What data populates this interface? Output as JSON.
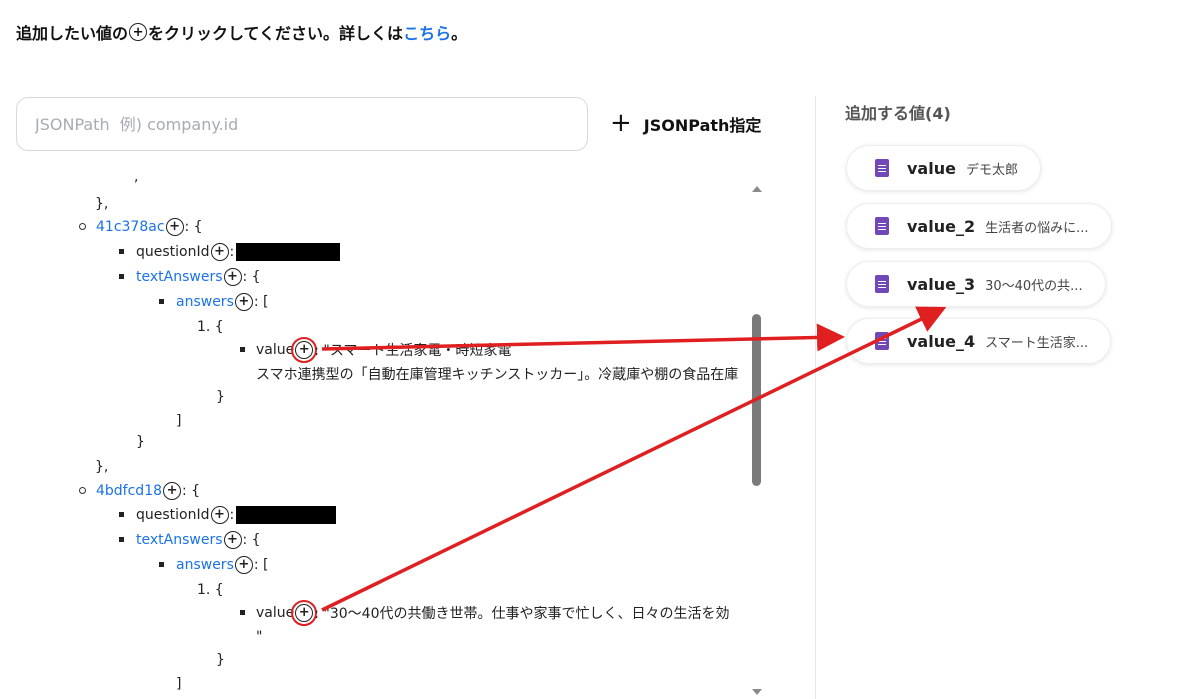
{
  "instruction": {
    "before": "追加したい値の",
    "plus_glyph": "+",
    "after": "をクリックしてください。詳しくは",
    "link": "こちら",
    "period": "。"
  },
  "search": {
    "placeholder": "JSONPath  例) company.id",
    "value": ""
  },
  "jsonpath_button": {
    "icon": "+",
    "label": "JSONPath指定"
  },
  "plus_glyph": "+",
  "tree": {
    "t_comma": ",",
    "t_close_obj_comma": "},",
    "k1": "41c378ac",
    "open_obj": ": {",
    "open_arr": ": [",
    "colon": ":",
    "q_label": "questionId",
    "ta_label": "textAnswers",
    "ans_label": "answers",
    "idx": "1. {",
    "value_label": "value",
    "v1_line1": ": \"スマート生活家電・時短家電",
    "v1_line2": "スマホ連携型の「自動在庫管理キッチンストッカー」。冷蔵庫や棚の食品在庫",
    "close_obj": "}",
    "close_arr": "]",
    "close_obj_comma": "},",
    "k2": "4bdfcd18",
    "v2_line1": ": \"30〜40代の共働き世帯。仕事や家事で忙しく、日々の生活を効",
    "v2_line2": "\""
  },
  "values_panel": {
    "title": "追加する値(4)",
    "items": [
      {
        "name": "value",
        "value": "デモ太郎",
        "icon": "google-forms-icon"
      },
      {
        "name": "value_2",
        "value": "生活者の悩みに...",
        "icon": "google-forms-icon"
      },
      {
        "name": "value_3",
        "value": "30〜40代の共...",
        "icon": "google-forms-icon"
      },
      {
        "name": "value_4",
        "value": "スマート生活家...",
        "icon": "google-forms-icon"
      }
    ]
  },
  "colors": {
    "link": "#1a73e8",
    "icon": "#7248b9",
    "arrow": "#e02020"
  }
}
